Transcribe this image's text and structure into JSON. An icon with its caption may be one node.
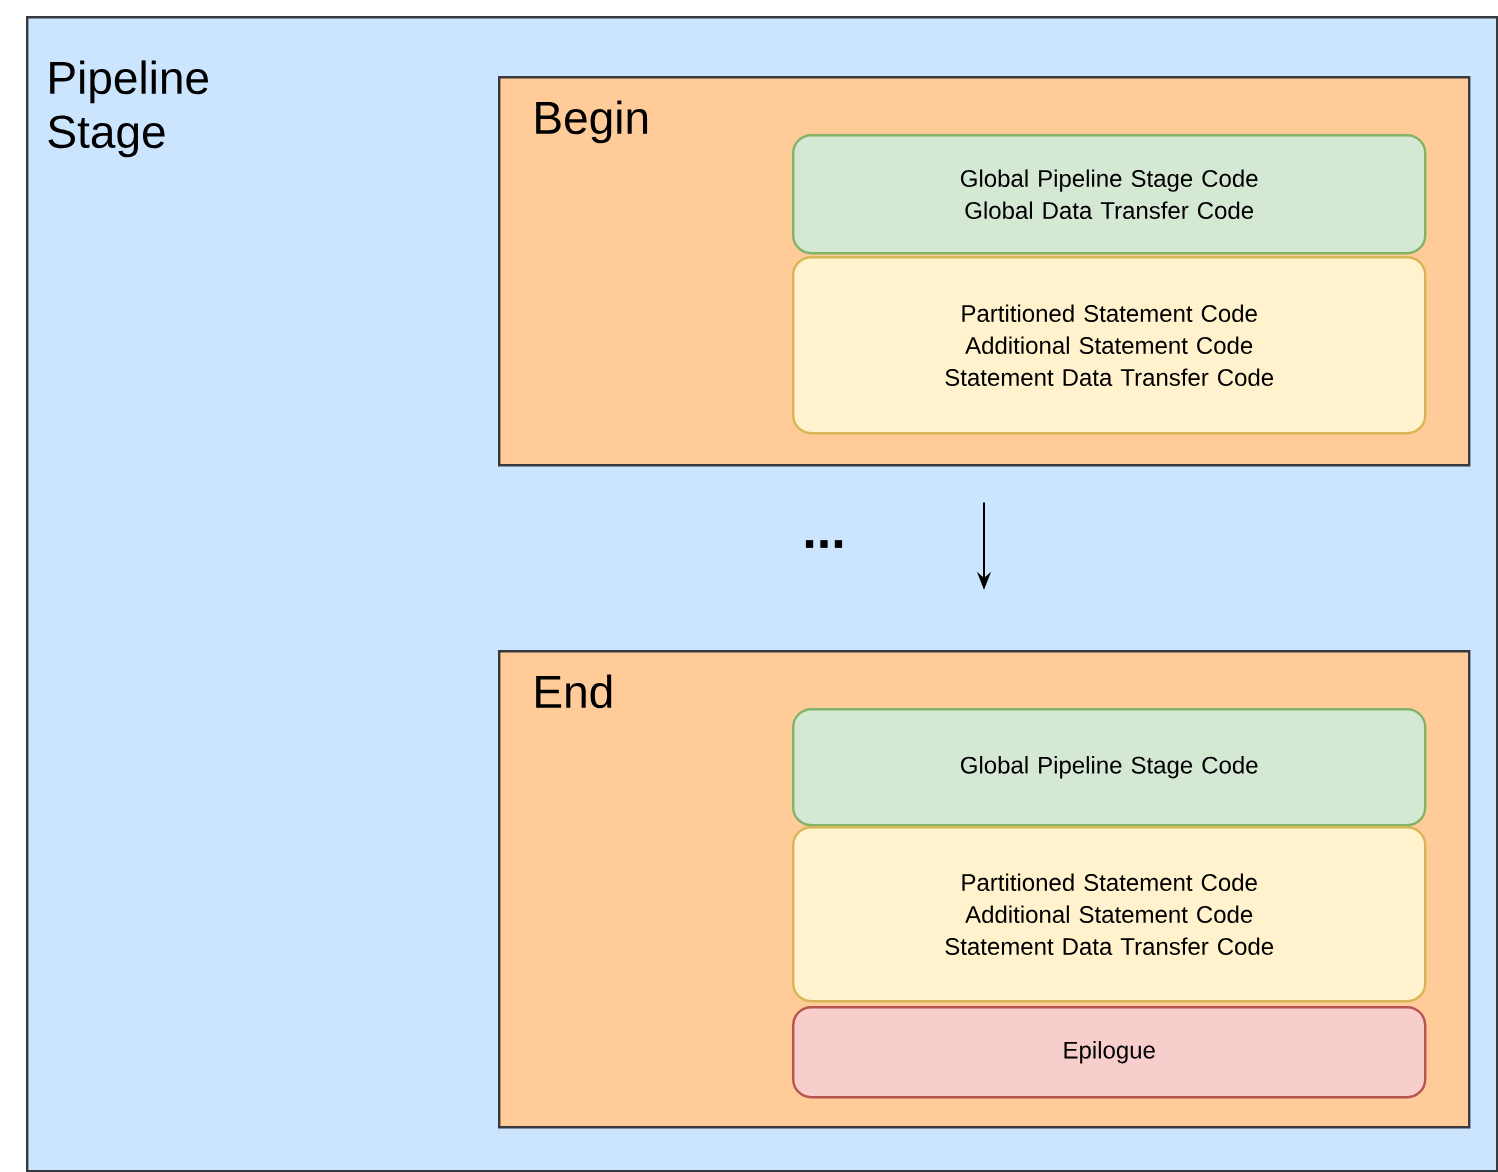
{
  "diagram": {
    "nodes": [
      {
        "text": [
          "Pipeline Stage"
        ]
      },
      {
        "text": [
          "Begin"
        ],
        "in": 0
      },
      {
        "text": [
          "Global Pipeline Stage Code Global Data Transfer Code"
        ],
        "in": 1
      },
      {
        "text": [
          "Partitioned Statement Code Additional Statement Code Statement Data Transfer Code"
        ],
        "in": 1
      },
      {
        "text": [
          "End"
        ],
        "in": 0
      },
      {
        "text": [
          "Global Pipeline Stage Code"
        ],
        "in": 4
      },
      {
        "text": [
          "Partitioned Statement Code Additional Statement Code Statement Data Transfer Code"
        ],
        "in": 4
      },
      {
        "text": [
          "Epilogue"
        ],
        "in": 4
      }
    ],
    "edges": [
      {
        "from": 1,
        "to": 4,
        "arrow": "to"
      }
    ],
    "labels": [
      "..."
    ]
  }
}
